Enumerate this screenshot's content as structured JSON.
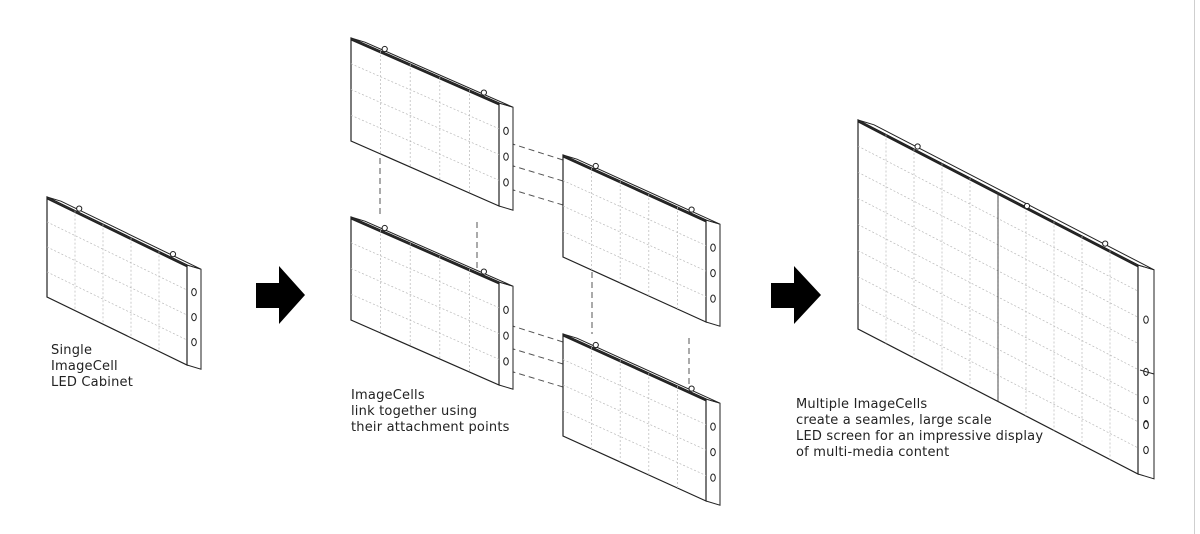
{
  "captions": {
    "single": [
      "Single",
      "ImageCell",
      "LED Cabinet"
    ],
    "link": [
      "ImageCells",
      "link together using",
      "their attachment points"
    ],
    "multiple": [
      "Multiple ImageCells",
      "create a seamles, large scale",
      "LED screen for an impressive display",
      "of multi-media content"
    ]
  },
  "colors": {
    "line": "#222222",
    "grid": "#b8b8b8",
    "dash": "#555555",
    "arrow": "#000000"
  },
  "icons": {
    "step_arrow": "arrow-right-icon"
  }
}
